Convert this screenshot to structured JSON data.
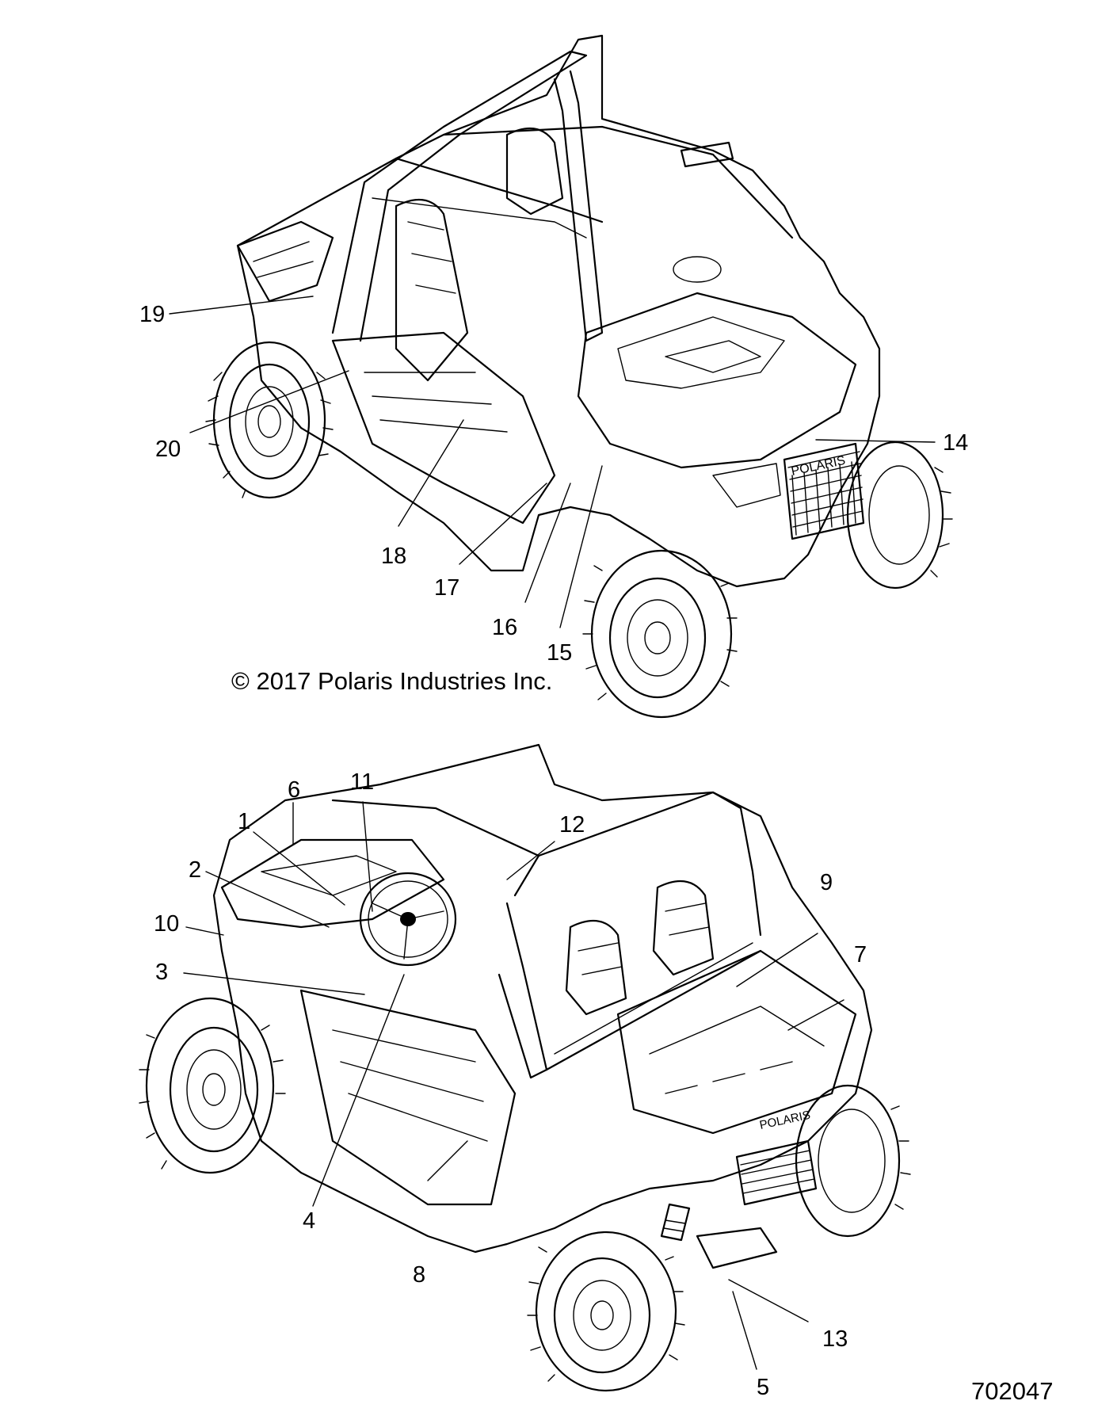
{
  "copyright": "© 2017 Polaris Industries Inc.",
  "part_number": "702047",
  "callouts": {
    "c1": "1",
    "c2": "2",
    "c3": "3",
    "c4": "4",
    "c5": "5",
    "c6": "6",
    "c7": "7",
    "c8": "8",
    "c9": "9",
    "c10": "10",
    "c11": "11",
    "c12": "12",
    "c13": "13",
    "c14": "14",
    "c15": "15",
    "c16": "16",
    "c17": "17",
    "c18": "18",
    "c19": "19",
    "c20": "20"
  },
  "views": [
    "top-view-vehicle",
    "bottom-view-vehicle"
  ]
}
